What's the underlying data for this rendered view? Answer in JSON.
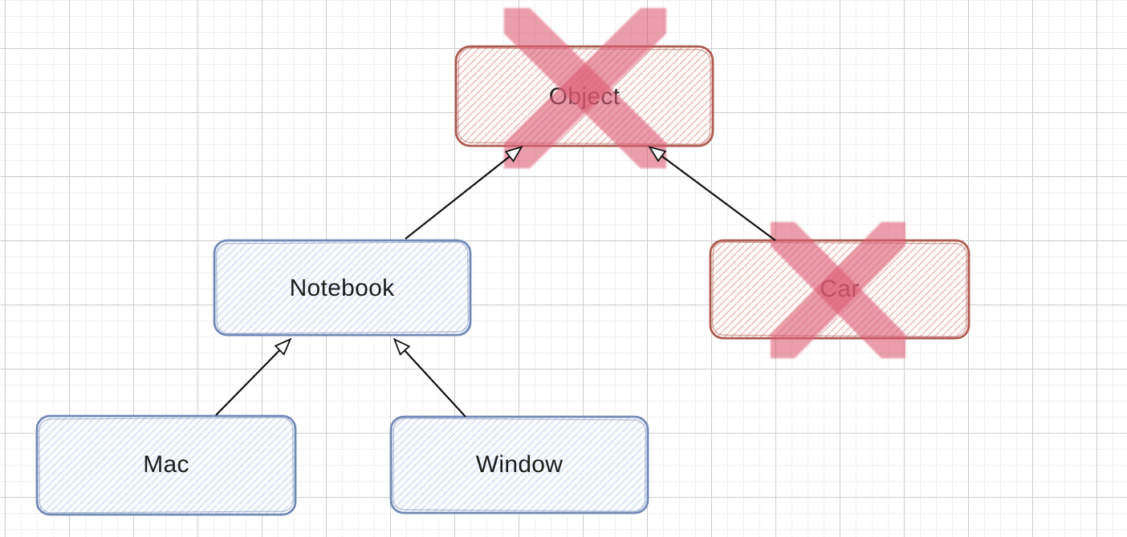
{
  "diagram": {
    "nodes": [
      {
        "id": "object",
        "label": "Object",
        "style": "red-hatched",
        "crossed_out": true
      },
      {
        "id": "notebook",
        "label": "Notebook",
        "style": "blue-hatched",
        "crossed_out": false
      },
      {
        "id": "car",
        "label": "Car",
        "style": "red-hatched",
        "crossed_out": true
      },
      {
        "id": "mac",
        "label": "Mac",
        "style": "blue-hatched",
        "crossed_out": false
      },
      {
        "id": "window",
        "label": "Window",
        "style": "blue-hatched",
        "crossed_out": false
      }
    ],
    "edges": [
      {
        "from": "Notebook",
        "to": "Object",
        "arrowhead": "hollow-triangle"
      },
      {
        "from": "Car",
        "to": "Object",
        "arrowhead": "hollow-triangle"
      },
      {
        "from": "Mac",
        "to": "Notebook",
        "arrowhead": "hollow-triangle"
      },
      {
        "from": "Window",
        "to": "Notebook",
        "arrowhead": "hollow-triangle"
      }
    ],
    "colors": {
      "red_border": "#ad5a50",
      "red_hatch": "#e6b7b2",
      "blue_border": "#7189b5",
      "blue_hatch": "#cfdcf0",
      "cross_mark": "#dc5a73",
      "arrow": "#111111",
      "text": "#1c1c1c",
      "grid_minor": "#f0f0f0",
      "grid_major": "#cccccc"
    }
  }
}
